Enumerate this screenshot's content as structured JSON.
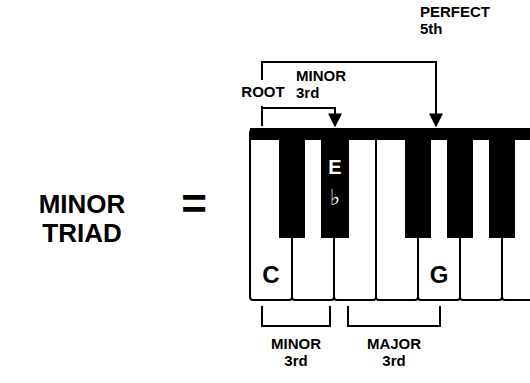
{
  "diagram": {
    "labels": [
      "MINOR TRIAD",
      "=",
      "PERFECT 5th",
      "ROOT",
      "MINOR 3rd",
      "E",
      "♭",
      "C",
      "G",
      "MINOR 3rd",
      "MAJOR 3rd"
    ]
  }
}
